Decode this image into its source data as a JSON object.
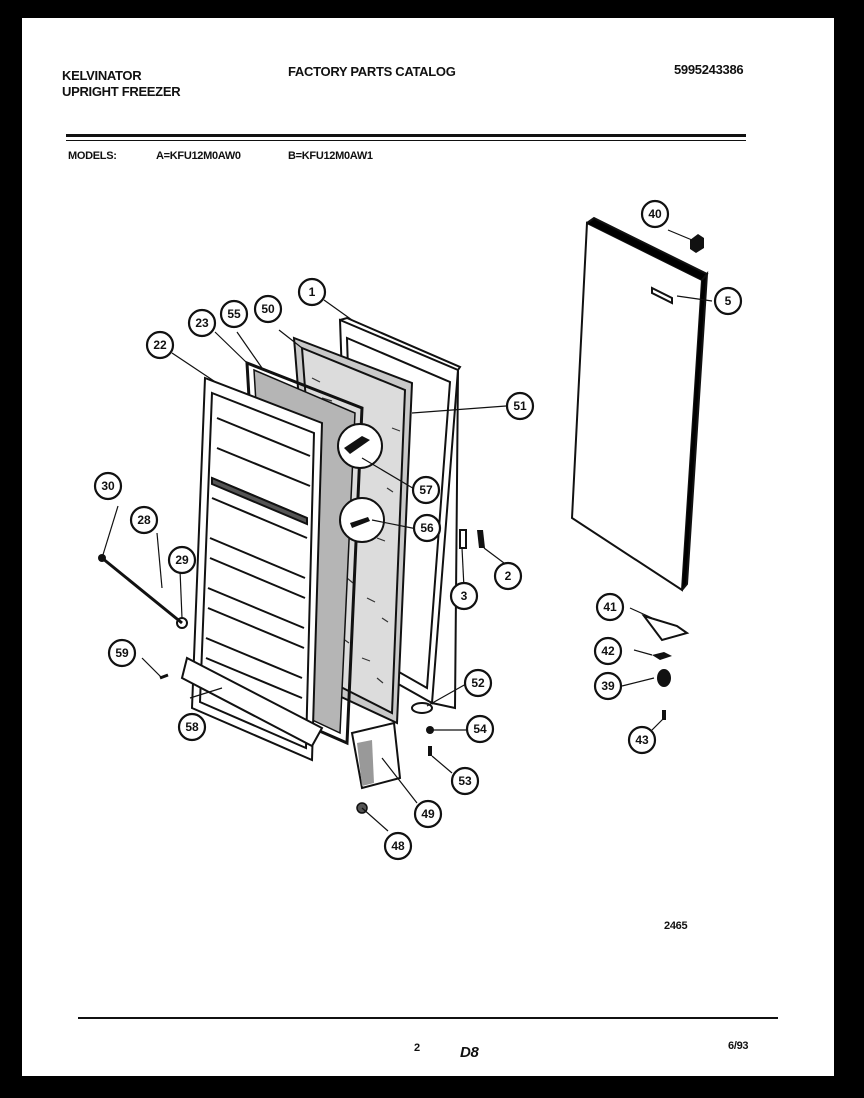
{
  "header": {
    "brand": "KELVINATOR",
    "product": "UPRIGHT FREEZER",
    "catalog_title": "FACTORY PARTS CATALOG",
    "catalog_number": "5995243386"
  },
  "models": {
    "label": "MODELS:",
    "a": "A=KFU12M0AW0",
    "b": "B=KFU12M0AW1"
  },
  "callouts": [
    "1",
    "2",
    "3",
    "5",
    "22",
    "23",
    "28",
    "29",
    "30",
    "39",
    "40",
    "41",
    "42",
    "43",
    "48",
    "49",
    "50",
    "51",
    "52",
    "53",
    "54",
    "55",
    "56",
    "57",
    "58",
    "59"
  ],
  "footer": {
    "drawing_number": "2465",
    "page_number": "2",
    "section_code": "D8",
    "date": "6/93"
  }
}
